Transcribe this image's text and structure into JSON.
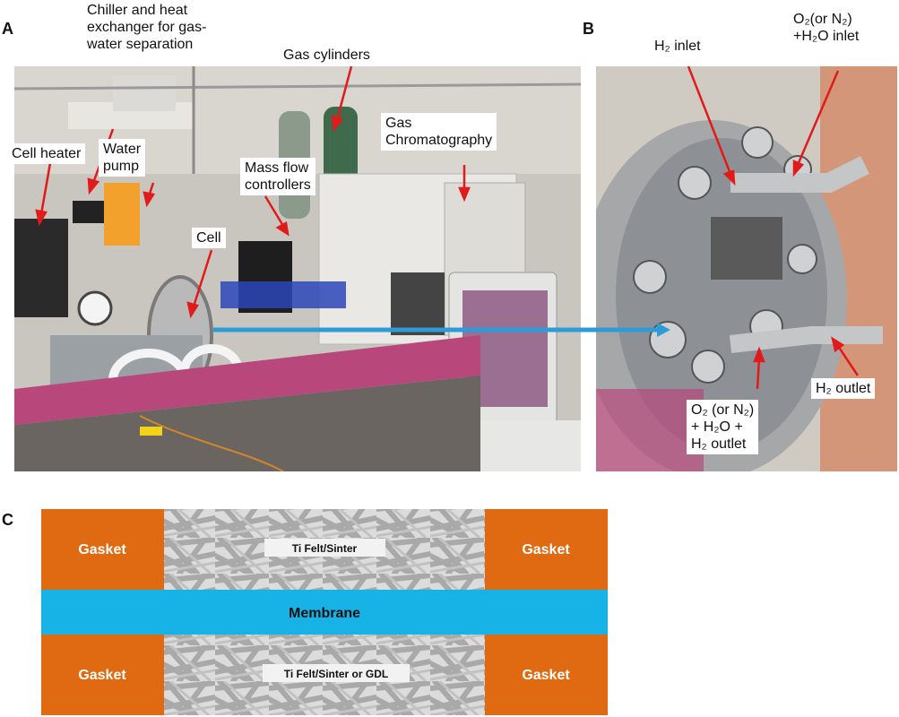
{
  "panels": {
    "a": "A",
    "b": "B",
    "c": "C"
  },
  "photo_a_labels": {
    "chiller": [
      "Chiller and heat",
      "exchanger for gas-",
      "water separation"
    ],
    "gas_cylinders": "Gas cylinders",
    "gas_chromatography": [
      "Gas",
      "Chromatography"
    ],
    "cell_heater": "Cell heater",
    "water_pump": [
      "Water",
      "pump"
    ],
    "mass_flow": [
      "Mass flow",
      "controllers"
    ],
    "cell": "Cell"
  },
  "photo_b_labels": {
    "h2_inlet": "H₂ inlet",
    "o2_inlet": [
      "O₂(or N₂)",
      "+H₂O inlet"
    ],
    "h2_outlet": "H₂ outlet",
    "o2_outlet": [
      "O₂ (or N₂)",
      "+ H₂O +",
      "H₂ outlet"
    ]
  },
  "diagram_c": {
    "gasket_tl": "Gasket",
    "gasket_tr": "Gasket",
    "gasket_bl": "Gasket",
    "gasket_br": "Gasket",
    "top_felt": "Ti Felt/Sinter",
    "membrane": "Membrane",
    "bottom_felt": "Ti Felt/Sinter or GDL"
  },
  "colors": {
    "gasket": "#e06a12",
    "membrane": "#17b3e6",
    "fiber": "#b3b3b3",
    "arrow_red": "#e11a1a",
    "arrow_blue": "#2f9bd6",
    "bench_pink": "#b8477c"
  }
}
